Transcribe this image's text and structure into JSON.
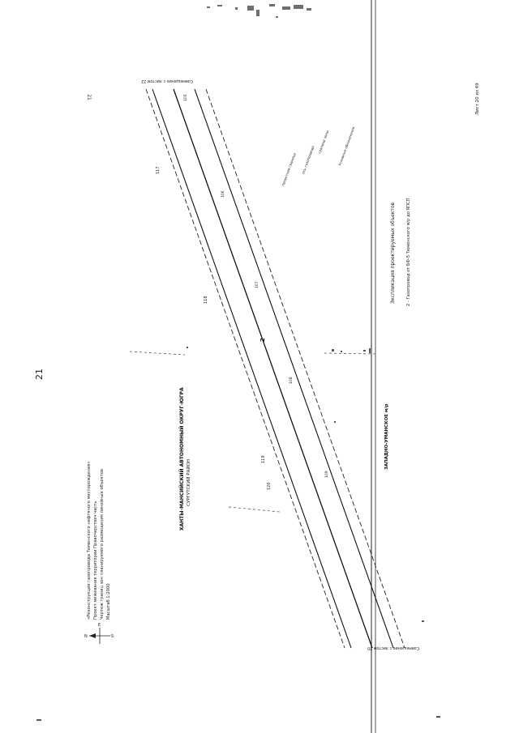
{
  "page_number": "21",
  "sheet_number_corner": "21",
  "header_notes": [
    "«Реконструкция газопровода Тюменского нефтяного месторождения»",
    "Проект межевания территории Правочерствеч часть",
    "Чертеж границ зон планируемого размещения линейных объектов",
    "Масштаб 1:2000"
  ],
  "compass": {
    "north": "N",
    "east": "E",
    "south": "S"
  },
  "region_title": "ХАНТЫ-МАНСИЙСКИЙ АВТОНОМНЫЙ ОКРУГ-ЮГРА",
  "region_subtitle": "СУРГУТСКИЙ РАЙОН",
  "district_label": "ЗАПАДНО-УМАНСКОЕ м/р",
  "legend_title": "Экспликация проектируемых объектов",
  "legend_item": "2 - Газопровод от БФ-5 Тюменского м/р до ЯПСП",
  "sheet_info": "Лист 20 из 49",
  "join_label_top": "Совмещение с листом 22",
  "join_label_bottom": "Совмещение с листом 20",
  "object_label": "2",
  "plot_labels": [
    "117",
    "118",
    "119",
    "120"
  ],
  "road_labels": [
    "105",
    "106",
    "107",
    "108",
    "109"
  ],
  "notes_block": [
    "Условные обозначения",
    "граница зоны",
    "ось газопровода",
    "проектная граница"
  ]
}
